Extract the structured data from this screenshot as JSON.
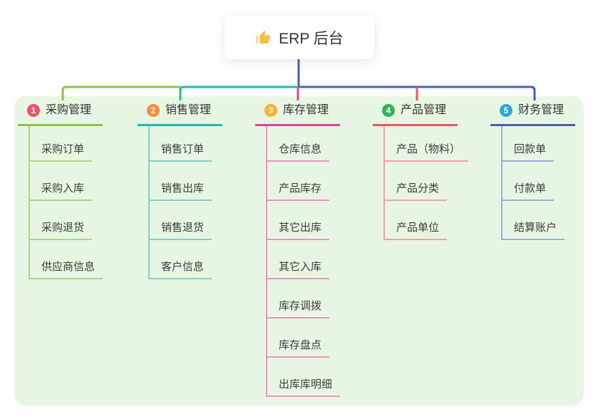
{
  "root": {
    "title": "ERP 后台",
    "icon": "thumbs-up-icon",
    "icon_main_color": "#f6c243",
    "icon_cuff_color": "#fbe08a"
  },
  "canvas": {
    "panel_bg": "#e7f6e2",
    "root_connector_color": "#4a5bc0"
  },
  "branches": [
    {
      "badge": "1",
      "label": "采购管理",
      "color": "#89c540",
      "light_color": "#abd687",
      "badge_color": "#f0506e",
      "children": [
        "采购订单",
        "采购入库",
        "采购退货",
        "供应商信息"
      ]
    },
    {
      "badge": "2",
      "label": "销售管理",
      "color": "#1cbcab",
      "light_color": "#79d3c8",
      "badge_color": "#fb8c3c",
      "children": [
        "销售订单",
        "销售出库",
        "销售退货",
        "客户信息"
      ]
    },
    {
      "badge": "3",
      "label": "库存管理",
      "color": "#e8409c",
      "light_color": "#f38fc4",
      "badge_color": "#fbb02e",
      "children": [
        "仓库信息",
        "产品库存",
        "其它出库",
        "其它入库",
        "库存调拨",
        "库存盘点",
        "出库库明细"
      ]
    },
    {
      "badge": "4",
      "label": "产品管理",
      "color": "#f4545e",
      "light_color": "#f8a0a4",
      "badge_color": "#2fb453",
      "children": [
        "产品（物料）",
        "产品分类",
        "产品单位"
      ]
    },
    {
      "badge": "5",
      "label": "财务管理",
      "color": "#4a5bc0",
      "light_color": "#9dabdf",
      "badge_color": "#2da7db",
      "children": [
        "回款单",
        "付款单",
        "结算账户"
      ]
    }
  ]
}
